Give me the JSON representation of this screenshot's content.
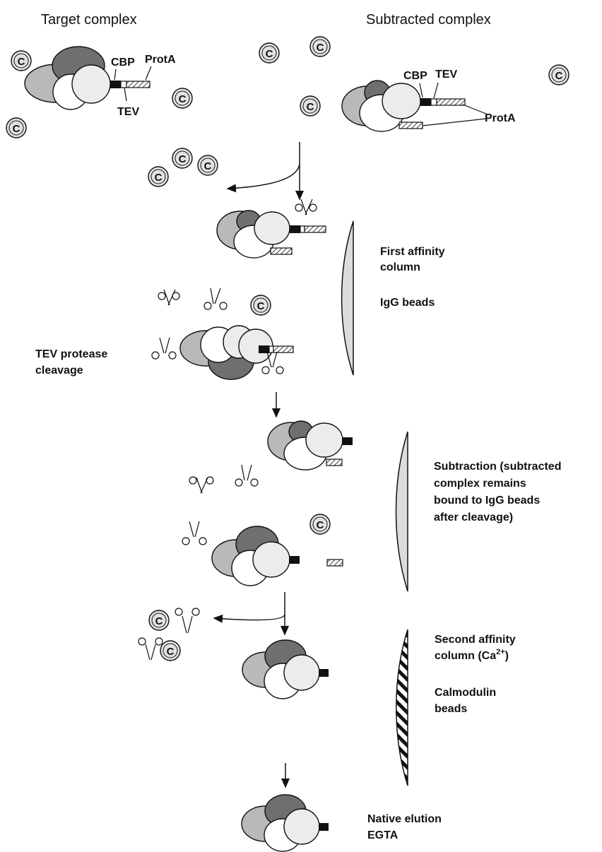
{
  "headers": {
    "target": "Target complex",
    "subtracted": "Subtracted complex"
  },
  "tags": {
    "cbp": "CBP",
    "tev": "TEV",
    "prota": "ProtA"
  },
  "captions": {
    "first_column": [
      "First affinity",
      "column"
    ],
    "igg_beads": "IgG beads",
    "tev_cleavage": [
      "TEV protease",
      "cleavage"
    ],
    "subtraction": [
      "Subtraction (subtracted",
      "complex remains",
      "bound to IgG beads",
      "after cleavage)"
    ],
    "second_column_line1": "Second affinity",
    "second_column_line2": "column (Ca",
    "second_column_sup": "2+",
    "second_column_close": ")",
    "calmodulin_beads": [
      "Calmodulin",
      "beads"
    ],
    "native_elution": [
      "Native elution",
      "EGTA"
    ]
  },
  "contaminant_letter": "C",
  "colors": {
    "light_gray": "#b9b9b9",
    "dark_gray": "#6f6f6f",
    "pale": "#ececec",
    "bead": "#dcdcdc",
    "ink": "#111111"
  }
}
